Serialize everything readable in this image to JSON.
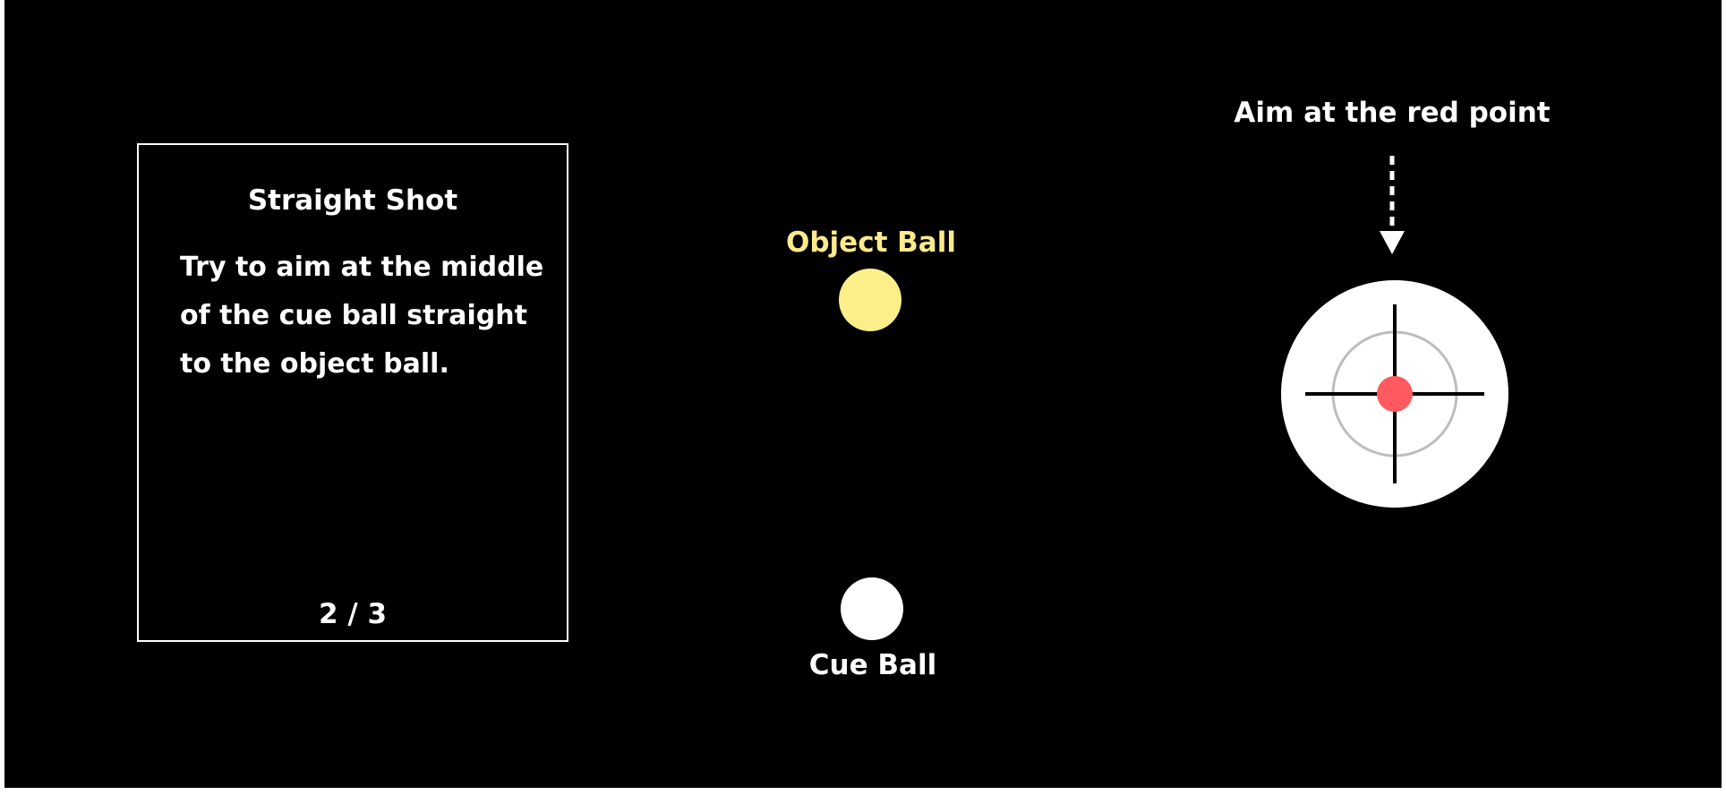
{
  "card": {
    "title": "Straight Shot",
    "body": "Try to aim at the middle of the cue ball straight to the object ball.",
    "page": "2 / 3"
  },
  "balls": {
    "object_label": "Object Ball",
    "cue_label": "Cue Ball"
  },
  "aim": {
    "label": "Aim at the red point"
  },
  "colors": {
    "background": "#000000",
    "object_ball": "#fcef8a",
    "cue_ball": "#ffffff",
    "aim_point": "#ff5a5f"
  }
}
